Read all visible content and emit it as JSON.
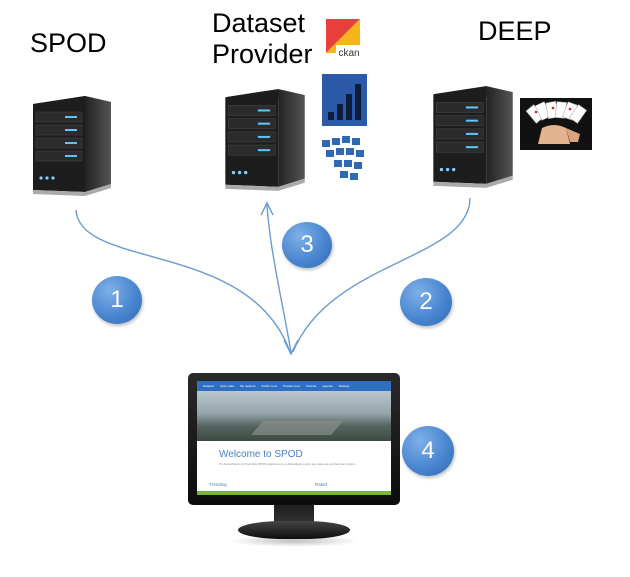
{
  "nodes": {
    "spod": {
      "label": "SPOD"
    },
    "provider": {
      "label_line1": "Dataset",
      "label_line2": "Provider"
    },
    "deep": {
      "label": "DEEP"
    }
  },
  "logos": {
    "ckan": {
      "text": "ckan",
      "icon": "ckan-logo"
    },
    "bars": {
      "icon": "bar-chart-logo"
    },
    "cube": {
      "icon": "cube-logo"
    },
    "cards": {
      "icon": "playing-cards-logo"
    }
  },
  "steps": [
    "1",
    "2",
    "3",
    "4"
  ],
  "website": {
    "nav_items": [
      "Datalets",
      "Open data",
      "My network",
      "Public room",
      "Private room",
      "Friends",
      "Agenda",
      "Settings"
    ],
    "title": "Welcome to SPOD",
    "intro": "The Social Platform for Open Data (SPOD) enables users to collaboratively explore open data sets and share their insights.",
    "trending": "Trending",
    "rated": "Rated"
  },
  "colors": {
    "arrow": "#6b9bd1",
    "badge": "#4a86d0",
    "site_nav": "#2f6fc0",
    "site_accent": "#79b33b"
  }
}
